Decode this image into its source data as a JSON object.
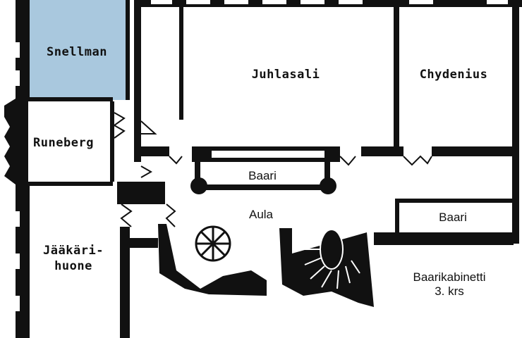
{
  "map": {
    "highlight_color": "#a9c8de",
    "wall_color": "#111111",
    "rooms": {
      "snellman": "Snellman",
      "juhlasali": "Juhlasali",
      "chydenius": "Chydenius",
      "runeberg": "Runeberg",
      "jaakarihuone_line1": "Jääkäri-",
      "jaakarihuone_line2": "huone"
    },
    "labels": {
      "baari_upper": "Baari",
      "aula": "Aula",
      "baari_right": "Baari",
      "baarikabinetti_line1": "Baarikabinetti",
      "baarikabinetti_line2": "3. krs"
    },
    "selected_room": "Snellman"
  }
}
